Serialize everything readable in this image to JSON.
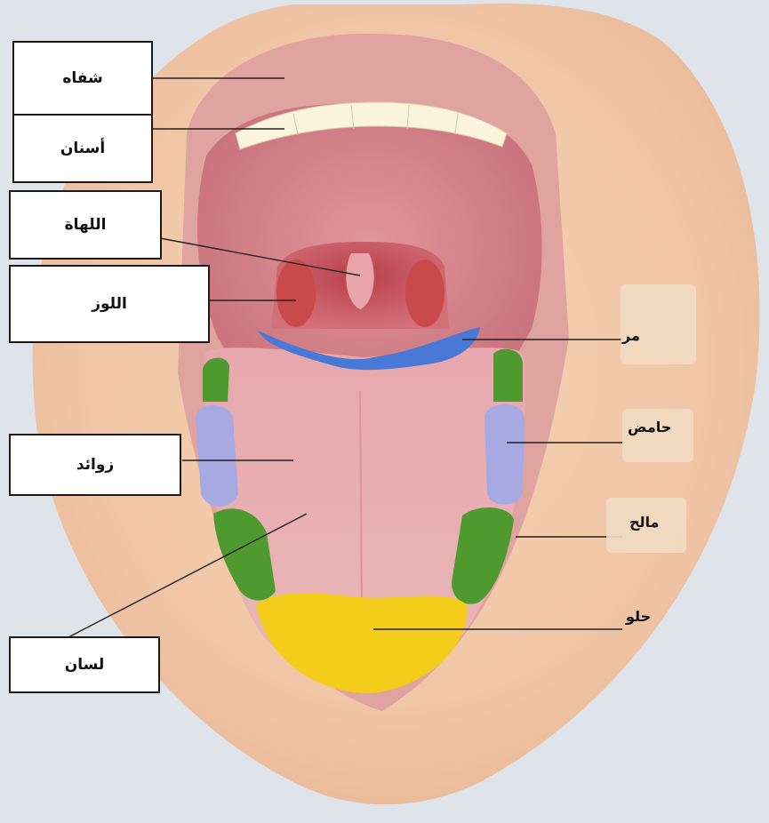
{
  "labels": {
    "lips": "شفاه",
    "teeth": "أسنان",
    "uvula": "اللهاة",
    "tonsils": "اللوز",
    "papillae": "زوائد",
    "tongue": "لسان",
    "bitter": "مر",
    "sour": "حامض",
    "salty": "مالح",
    "sweet": "حلو"
  },
  "colors": {
    "bitter_zone": "#4a78d6",
    "sour_zone": "#a6a9e2",
    "salty_zone": "#4f9a2e",
    "sweet_zone": "#f4cc1a"
  }
}
